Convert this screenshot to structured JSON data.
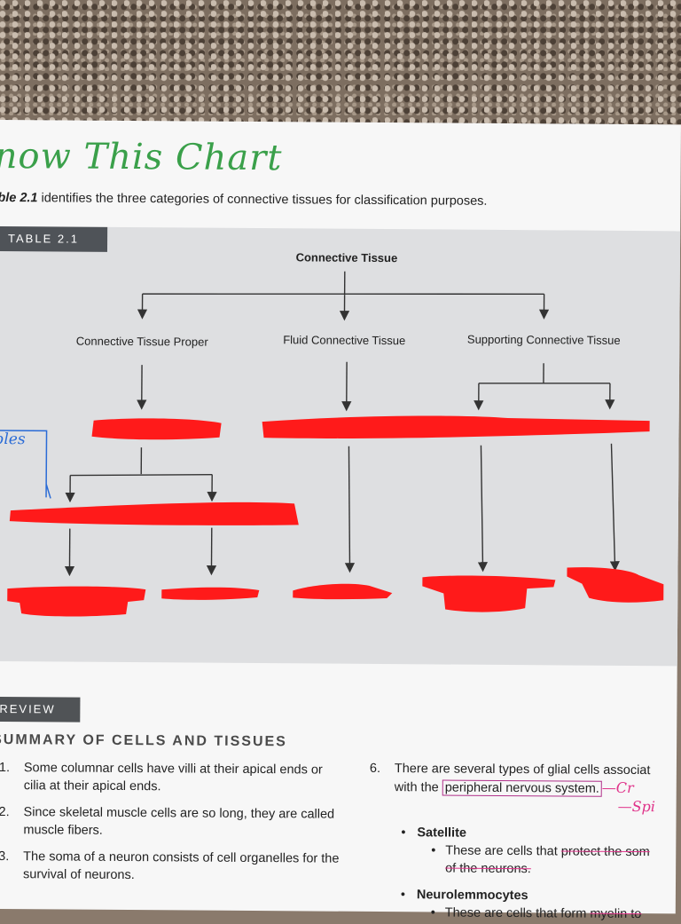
{
  "handwritten_title": "now This Chart",
  "intro": {
    "italic": "ble 2.1",
    "text": " identifies the three categories of connective tissues for classification purposes."
  },
  "table": {
    "label": "TABLE 2.1",
    "root": "Connective Tissue",
    "categories": [
      "Connective Tissue Proper",
      "Fluid Connective Tissue",
      "Supporting Connective Tissue"
    ]
  },
  "margin_note": "bles",
  "review": {
    "label": "REVIEW",
    "heading": "SUMMARY OF CELLS AND TISSUES",
    "left_items": [
      {
        "num": "1.",
        "text": "Some columnar cells have villi at their apical ends or cilia at their apical ends."
      },
      {
        "num": "2.",
        "text": "Since skeletal muscle cells are so long, they are called muscle fibers."
      },
      {
        "num": "3.",
        "text": "The soma of a neuron consists of cell organelles for the survival of neurons."
      }
    ],
    "right_item": {
      "num": "6.",
      "text_a": "There are several types of glial cells associat",
      "text_b": "with the ",
      "boxed": "peripheral nervous system.",
      "note1": "—Cr",
      "note2": "—Spi",
      "bullet1": "Satellite",
      "bullet1_sub_a": "These are cells that ",
      "bullet1_sub_b": "protect the som",
      "bullet1_sub_c": "of the neurons.",
      "bullet2": "Neurolemmocytes",
      "bullet2_sub_a": "These are cells that form ",
      "bullet2_sub_b": "myelin to"
    }
  }
}
